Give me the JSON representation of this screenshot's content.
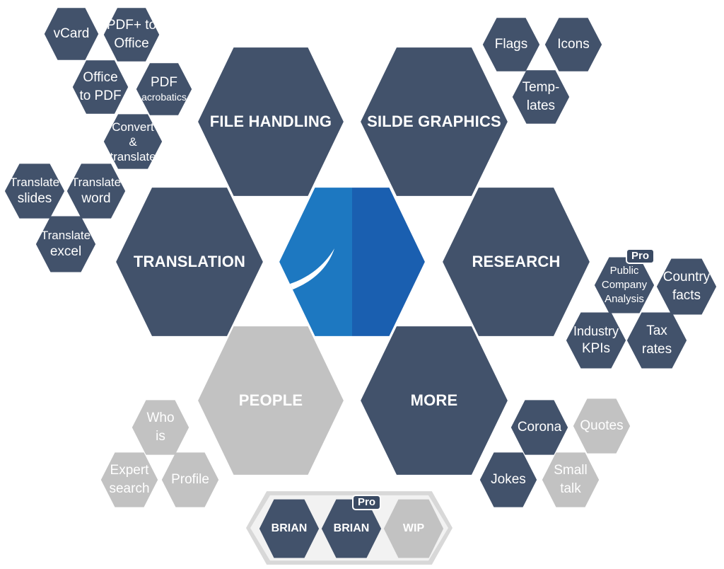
{
  "colors": {
    "dark": "#42526b",
    "grey": "#c2c2c2",
    "logo_left": "#1d78c1",
    "logo_right": "#1a5fb0"
  },
  "logo": {
    "icon": "swoosh-logo-icon"
  },
  "main": {
    "file_handling": "FILE HANDLING",
    "slide_graphics": "SILDE GRAPHICS",
    "translation": "TRANSLATION",
    "research": "RESEARCH",
    "people": "PEOPLE",
    "more": "MORE"
  },
  "file_handling": {
    "vcard": "vCard",
    "pdf_to_office_1": "PDF+ to",
    "pdf_to_office_2": "Office",
    "office_to_pdf_1": "Office",
    "office_to_pdf_2": "to PDF",
    "pdf_acrobatics_1": "PDF",
    "pdf_acrobatics_2": "acrobatics",
    "convert_1": "Convert",
    "convert_2": "&",
    "convert_3": "translate"
  },
  "slide_graphics": {
    "flags": "Flags",
    "icons": "Icons",
    "templates_1": "Temp-",
    "templates_2": "lates"
  },
  "translation": {
    "slides_1": "Translate",
    "slides_2": "slides",
    "word_1": "Translate",
    "word_2": "word",
    "excel_1": "Translate",
    "excel_2": "excel"
  },
  "research": {
    "pro_tag": "Pro",
    "pca_1": "Public",
    "pca_2": "Company",
    "pca_3": "Analysis",
    "country_1": "Country",
    "country_2": "facts",
    "kpi_1": "Industry",
    "kpi_2": "KPIs",
    "tax_1": "Tax",
    "tax_2": "rates"
  },
  "people": {
    "who_1": "Who",
    "who_2": "is",
    "expert_1": "Expert",
    "expert_2": "search",
    "profile": "Profile"
  },
  "more": {
    "corona": "Corona",
    "quotes": "Quotes",
    "jokes": "Jokes",
    "smalltalk_1": "Small",
    "smalltalk_2": "talk"
  },
  "tray": {
    "brian_1": "BRIAN",
    "brian_2": "BRIAN",
    "pro_tag": "Pro",
    "wip": "WIP"
  }
}
